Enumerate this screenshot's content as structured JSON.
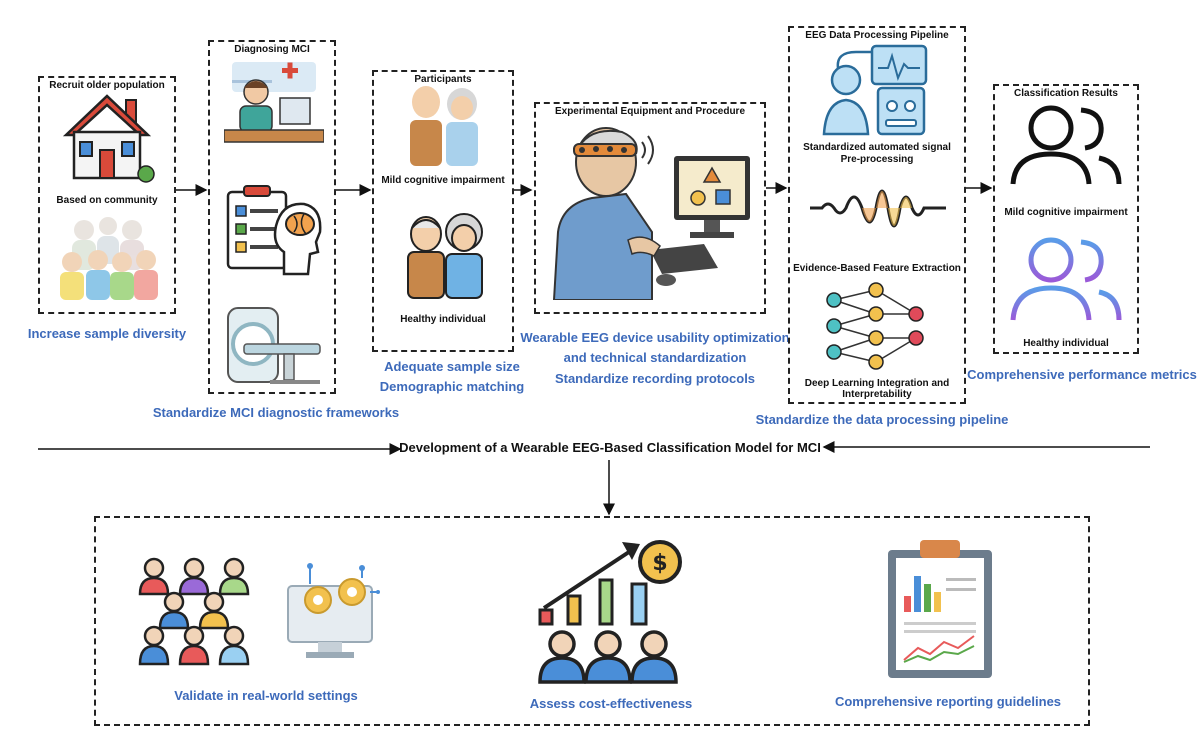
{
  "stages": {
    "recruit": {
      "title": "Recruit older population",
      "sublabel": "Based on community",
      "goal": "Increase sample diversity"
    },
    "diagnosing": {
      "title": "Diagnosing MCI",
      "goal": "Standardize MCI diagnostic frameworks"
    },
    "participants": {
      "title": "Participants",
      "mci_label": "Mild cognitive impairment",
      "healthy_label": "Healthy individual",
      "goal_line1": "Adequate sample size",
      "goal_line2": "Demographic matching"
    },
    "equipment": {
      "title": "Experimental Equipment and Procedure",
      "goal_line1": "Wearable EEG device usability optimization",
      "goal_line2": "and technical standardization",
      "goal_line3": "Standardize recording protocols"
    },
    "pipeline": {
      "title": "EEG Data Processing Pipeline",
      "step1_line1": "Standardized automated signal",
      "step1_line2": "Pre-processing",
      "step2": "Evidence-Based Feature Extraction",
      "step3_line1": "Deep Learning Integration and",
      "step3_line2": "Interpretability",
      "goal": "Standardize the data processing pipeline"
    },
    "results": {
      "title": "Classification Results",
      "mci_label": "Mild cognitive impairment",
      "healthy_label": "Healthy individual",
      "goal": "Comprehensive performance metrics"
    }
  },
  "main_title": "Development of a Wearable EEG-Based Classification Model for MCI",
  "bottom": {
    "validate": "Validate in real-world settings",
    "cost": "Assess cost-effectiveness",
    "reporting": "Comprehensive reporting guidelines"
  },
  "icons": [
    "house-icon",
    "elderly-group-icon",
    "doctor-icon",
    "checklist-brain-icon",
    "mri-scanner-icon",
    "elderly-couple-icon",
    "eeg-user-computer-icon",
    "eeg-monitor-icon",
    "signal-wave-icon",
    "neural-network-icon",
    "user-group-icon",
    "people-network-icon",
    "gear-monitor-icon",
    "cost-chart-icon",
    "report-clipboard-icon"
  ],
  "colors": {
    "accent_blue": "#3d6aba",
    "border": "#222222"
  }
}
